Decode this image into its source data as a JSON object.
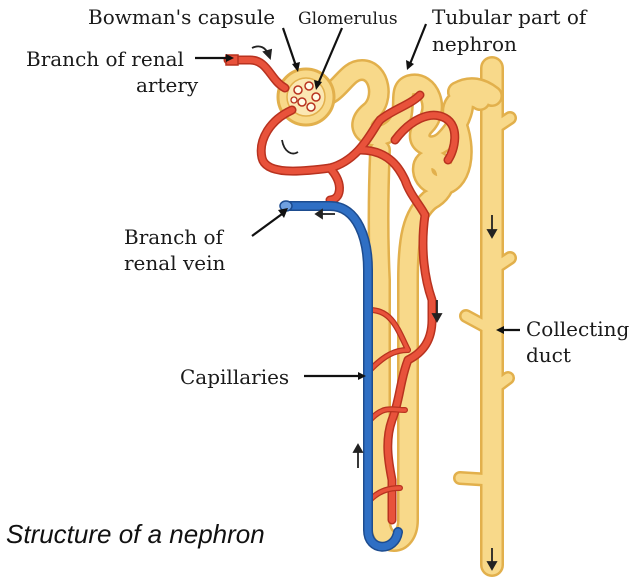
{
  "caption": "Structure of a nephron",
  "labels": {
    "bowmans_capsule": "Bowman's capsule",
    "glomerulus": "Glomerulus",
    "tubular_line1": "Tubular part of",
    "tubular_line2": "nephron",
    "artery_line1": "Branch of renal",
    "artery_line2": "artery",
    "vein_line1": "Branch of",
    "vein_line2": "renal vein",
    "capillaries": "Capillaries",
    "collecting_line1": "Collecting",
    "collecting_line2": "duct"
  },
  "colors": {
    "tubule": "#f8d98a",
    "tubule_edge": "#e2b04c",
    "artery": "#e8523b",
    "artery_edge": "#b8321f",
    "vein": "#2f6fc4",
    "vein_edge": "#1d4c8f",
    "text": "#1a1a1a"
  }
}
